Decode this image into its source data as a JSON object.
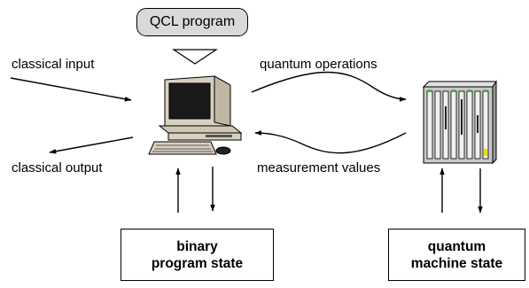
{
  "program": {
    "label": "QCL program"
  },
  "labels": {
    "classical_input": "classical input",
    "classical_output": "classical output",
    "quantum_operations": "quantum operations",
    "measurement_values": "measurement values"
  },
  "binary_state": {
    "line1": "binary",
    "line2": "program state"
  },
  "quantum_state": {
    "line1": "quantum",
    "line2": "machine state"
  },
  "colors": {
    "pill_fill": "#d9d9d9",
    "computer_beige": "#d8d0c0",
    "screen": "#1a1a1a",
    "rack_fill": "#c8c8c8",
    "rack_led_green": "#3fbf3f",
    "rack_led_yellow": "#e8e000"
  }
}
